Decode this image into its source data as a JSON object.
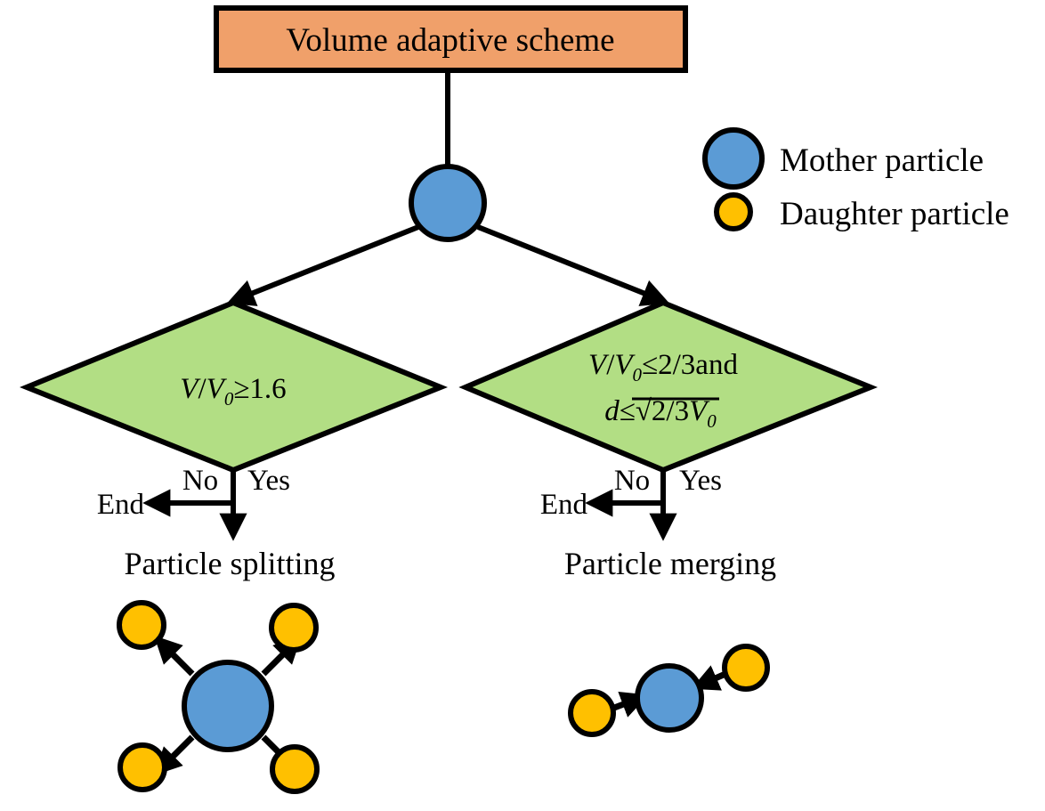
{
  "diagram": {
    "title": "Volume adaptive scheme",
    "colors": {
      "title_box_fill": "#F0A06A",
      "decision_fill": "#B2DE84",
      "mother_particle_fill": "#5B9BD5",
      "daughter_particle_fill": "#FFC000",
      "stroke": "#000000",
      "background": "#FFFFFF"
    },
    "legend": {
      "items": [
        {
          "label": "Mother particle",
          "color": "#5B9BD5",
          "shape": "circle",
          "size": "large"
        },
        {
          "label": "Daughter particle",
          "color": "#FFC000",
          "shape": "circle",
          "size": "small"
        }
      ]
    },
    "root_node": {
      "name": "mother-particle-root",
      "color": "#5B9BD5"
    },
    "branches": [
      {
        "id": "split",
        "condition": {
          "line1": {
            "var1": "V",
            "slash": "/",
            "var2": "V",
            "sub2": "0",
            "operator": "≥",
            "value": "1.6"
          },
          "text": "V/V0≥1.6"
        },
        "no_label": "No",
        "yes_label": "Yes",
        "end_label": "End",
        "action_label": "Particle splitting",
        "illustration": {
          "type": "splitting",
          "mother_count": 1,
          "daughter_count": 4,
          "arrow_direction": "outward"
        }
      },
      {
        "id": "merge",
        "condition": {
          "line1": {
            "var1": "V",
            "slash": "/",
            "var2": "V",
            "sub2": "0",
            "operator": "≤",
            "value": "2/3",
            "suffix": "and"
          },
          "line2": {
            "var1": "d",
            "operator": "≤",
            "radical": "√",
            "value": "2/3",
            "var2": "V",
            "sub2": "0"
          },
          "text": "V/V0≤2/3and d≤√(2/3V0)"
        },
        "no_label": "No",
        "yes_label": "Yes",
        "end_label": "End",
        "action_label": "Particle merging",
        "illustration": {
          "type": "merging",
          "mother_count": 1,
          "daughter_count": 2,
          "arrow_direction": "inward"
        }
      }
    ]
  }
}
